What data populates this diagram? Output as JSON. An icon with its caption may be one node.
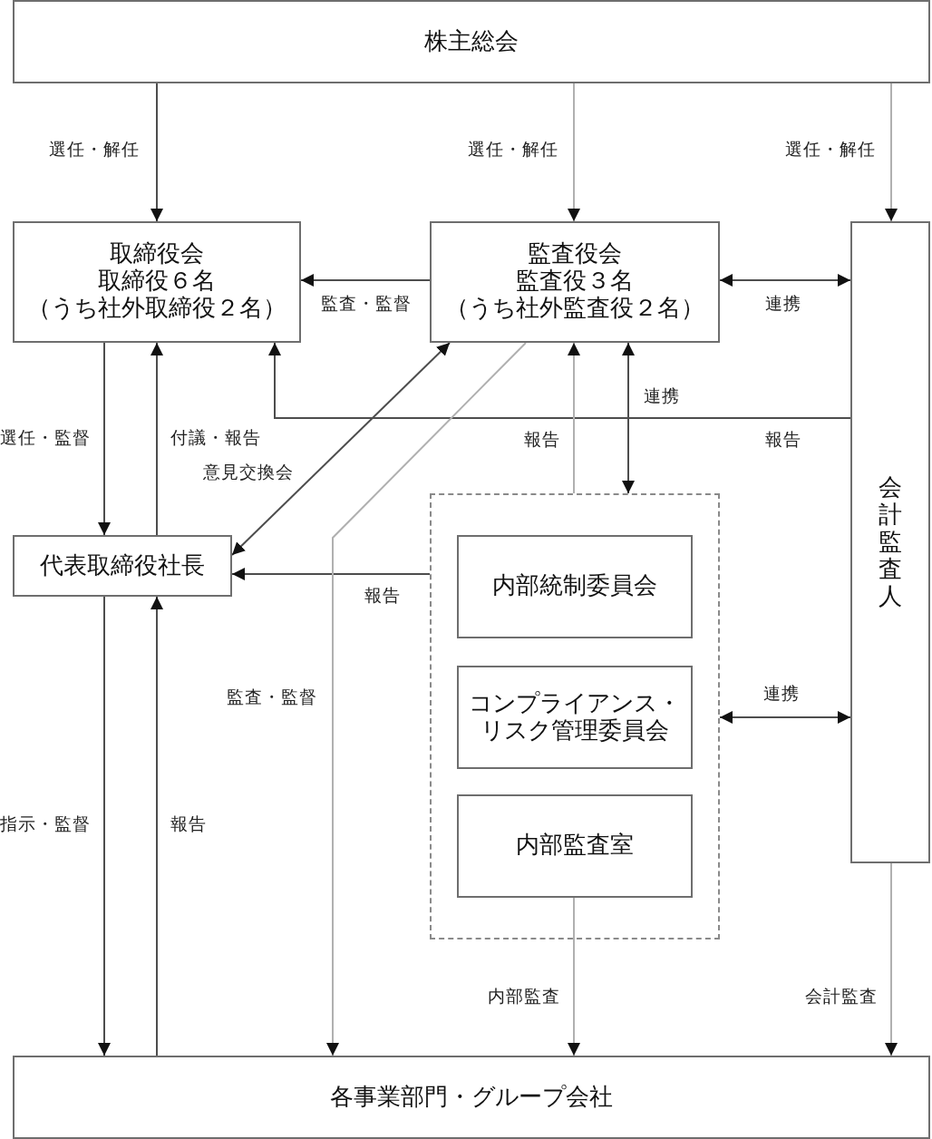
{
  "diagram": {
    "nodes": [
      {
        "text": [
          "株主総会"
        ]
      },
      {
        "text": [
          "取締役会",
          "取締役６名",
          "（うち社外取締役２名）"
        ]
      },
      {
        "text": [
          "監査役会",
          "監査役３名",
          "（うち社外監査役２名）"
        ]
      },
      {
        "text": [
          "会計監査人"
        ]
      },
      {
        "text": [
          "代表取締役社長"
        ]
      },
      {
        "text": [],
        "shape": "box"
      },
      {
        "text": [
          "内部統制委員会"
        ],
        "in": 5
      },
      {
        "text": [
          "コンプライアンス・リスク管理委員会"
        ],
        "in": 5
      },
      {
        "text": [
          "内部監査室"
        ],
        "in": 5
      },
      {
        "text": [
          "各事業部門・グループ会社"
        ]
      }
    ],
    "edges": [
      {
        "from": 0,
        "to": 1,
        "arrow": "to",
        "label": "選任・解任"
      },
      {
        "from": 0,
        "to": 2,
        "arrow": "to",
        "label": "選任・解任",
        "color": "#b0b0b0"
      },
      {
        "from": 0,
        "to": 3,
        "arrow": "to",
        "label": "選任・解任",
        "color": "#b0b0b0"
      },
      {
        "from": 2,
        "to": 1,
        "arrow": "to",
        "label": "監査・監督"
      },
      {
        "from": 2,
        "to": 3,
        "arrow": "both",
        "label": "連携"
      },
      {
        "from": 1,
        "to": 4,
        "arrow": "to",
        "label": "選任・監督"
      },
      {
        "from": 4,
        "to": 1,
        "arrow": "to",
        "label": "付議・報告"
      },
      {
        "from": 2,
        "to": 4,
        "arrow": "both",
        "label": "意見交換会"
      },
      {
        "from": 3,
        "to": 1,
        "arrow": "to",
        "label": "報告"
      },
      {
        "from": 5,
        "to": 2,
        "arrow": "to",
        "label": "報告",
        "color": "#b0b0b0"
      },
      {
        "from": 2,
        "to": 5,
        "arrow": "both",
        "label": "連携"
      },
      {
        "from": 5,
        "to": 4,
        "arrow": "to",
        "label": "報告"
      },
      {
        "from": 2,
        "to": 9,
        "arrow": "to",
        "label": "監査・監督",
        "color": "#b0b0b0"
      },
      {
        "from": 5,
        "to": 3,
        "arrow": "both",
        "label": "連携"
      },
      {
        "from": 4,
        "to": 9,
        "arrow": "to",
        "label": "指示・監督"
      },
      {
        "from": 9,
        "to": 4,
        "arrow": "to",
        "label": "報告"
      },
      {
        "from": 8,
        "to": 9,
        "arrow": "to",
        "label": "内部監査",
        "color": "#b0b0b0"
      },
      {
        "from": 3,
        "to": 9,
        "arrow": "to",
        "label": "会計監査",
        "color": "#b0b0b0"
      }
    ]
  }
}
